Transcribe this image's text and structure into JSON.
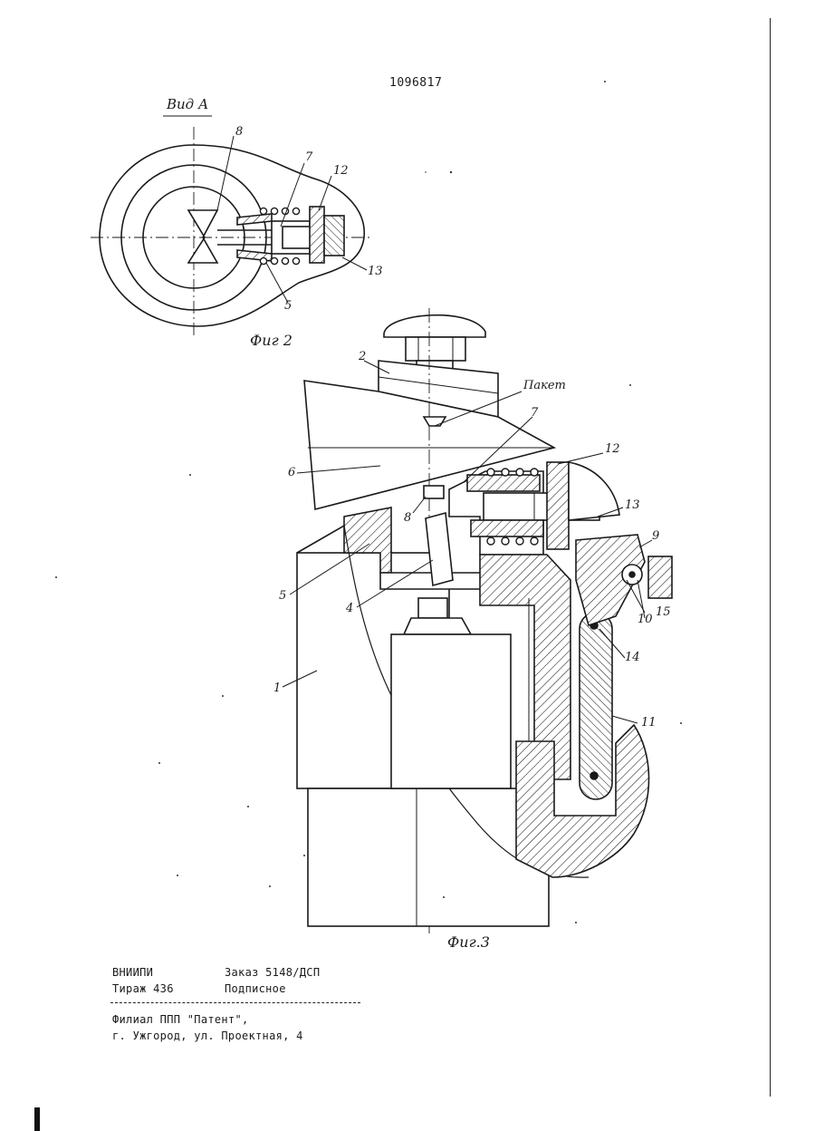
{
  "document": {
    "patent_number": "1096817",
    "figure2": {
      "view_caption": "Вид А",
      "caption": "Фиг 2",
      "labels": [
        "8",
        "7",
        "12",
        "13",
        "5"
      ]
    },
    "figure3": {
      "caption": "Фиг.3",
      "package_label": "Пакет",
      "labels": [
        "2",
        "7",
        "12",
        "13",
        "9",
        "6",
        "8",
        "5",
        "4",
        "10",
        "15",
        "14",
        "1",
        "11"
      ]
    },
    "footer": {
      "org": "ВНИИПИ",
      "order": "Заказ 5148/ДСП",
      "circulation": "Тираж 436",
      "subscription": "Подписное",
      "branch": "Филиал ППП \"Патент\",",
      "address": "г. Ужгород, ул. Проектная, 4"
    }
  }
}
